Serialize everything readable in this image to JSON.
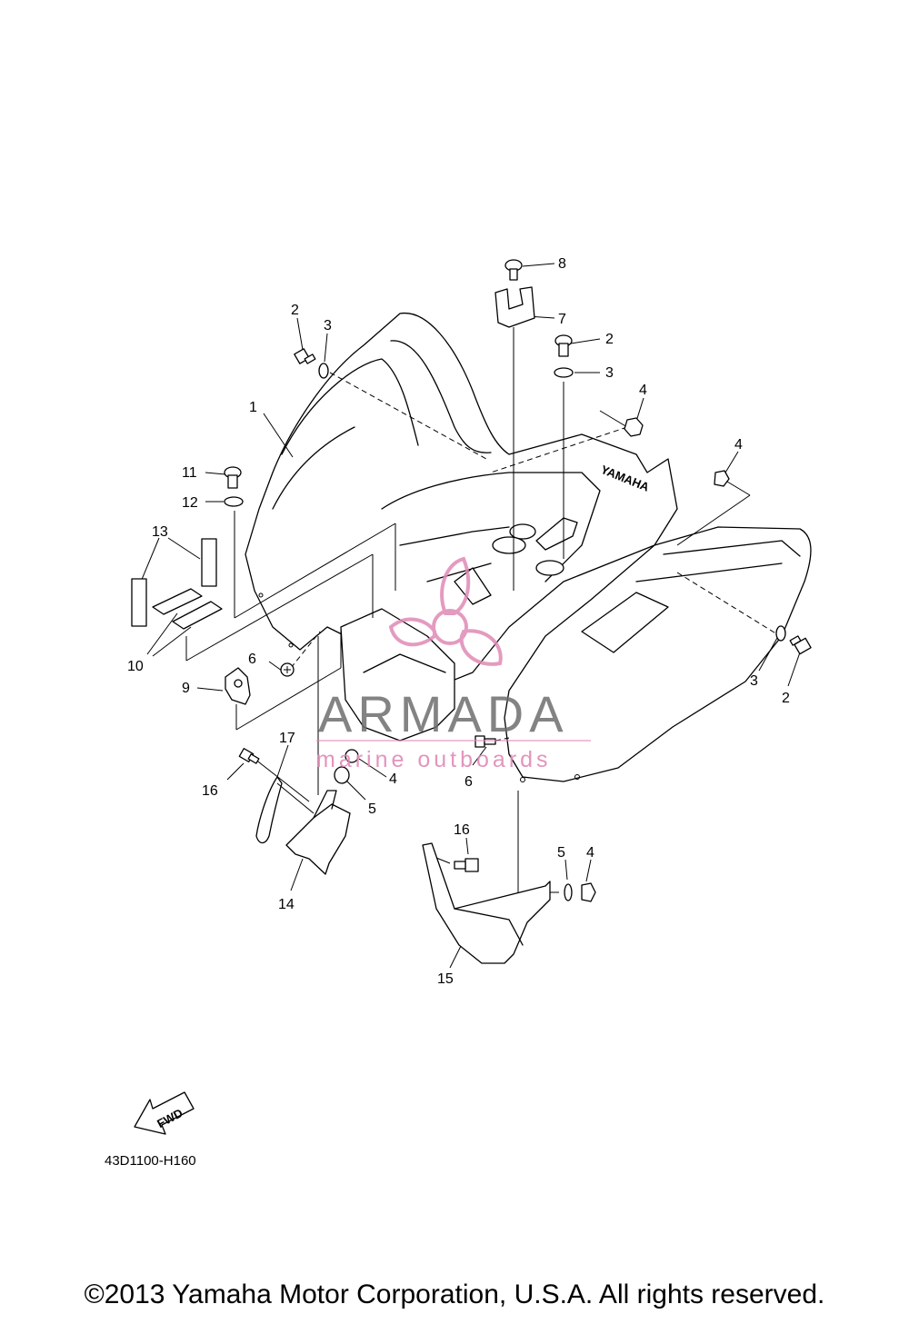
{
  "diagram": {
    "callouts": [
      {
        "id": "c1",
        "label": "1"
      },
      {
        "id": "c2a",
        "label": "2"
      },
      {
        "id": "c3a",
        "label": "3"
      },
      {
        "id": "c8",
        "label": "8"
      },
      {
        "id": "c7",
        "label": "7"
      },
      {
        "id": "c2b",
        "label": "2"
      },
      {
        "id": "c3b",
        "label": "3"
      },
      {
        "id": "c4a",
        "label": "4"
      },
      {
        "id": "c4b",
        "label": "4"
      },
      {
        "id": "c11",
        "label": "11"
      },
      {
        "id": "c12",
        "label": "12"
      },
      {
        "id": "c13",
        "label": "13"
      },
      {
        "id": "c10",
        "label": "10"
      },
      {
        "id": "c6a",
        "label": "6"
      },
      {
        "id": "c9",
        "label": "9"
      },
      {
        "id": "c3c",
        "label": "3"
      },
      {
        "id": "c2c",
        "label": "2"
      },
      {
        "id": "c17",
        "label": "17"
      },
      {
        "id": "c16a",
        "label": "16"
      },
      {
        "id": "c4c",
        "label": "4"
      },
      {
        "id": "c5a",
        "label": "5"
      },
      {
        "id": "c6b",
        "label": "6"
      },
      {
        "id": "c14",
        "label": "14"
      },
      {
        "id": "c16b",
        "label": "16"
      },
      {
        "id": "c5b",
        "label": "5"
      },
      {
        "id": "c4d",
        "label": "4"
      },
      {
        "id": "c15",
        "label": "15"
      }
    ],
    "fwd_label": "FWD",
    "fender_logo": "YAMAHA",
    "diagram_code": "43D1100-H160"
  },
  "watermark": {
    "title": "ARMADA",
    "subtitle": "marine outboards",
    "colors": {
      "title": "#6e6e6e",
      "subtitle": "#e08ab6",
      "logo": "#e08ab6"
    }
  },
  "footer": {
    "copyright": "©2013 Yamaha Motor Corporation, U.S.A. All rights reserved."
  }
}
